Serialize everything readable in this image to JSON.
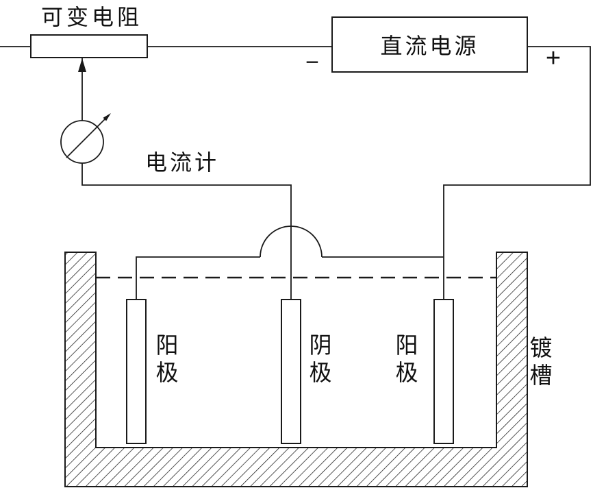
{
  "labels": {
    "variable_resistor": "可变电阻",
    "dc_power_supply": "直流电源",
    "minus": "−",
    "plus": "+",
    "ammeter": "电流计",
    "anode_left": "阳极",
    "cathode": "阴极",
    "anode_right": "阳极",
    "plating_tank": "镀槽"
  },
  "icons": {
    "ammeter_symbol": "circle-with-arrow-needle",
    "current_direction_arrow": "up-arrow",
    "wire_crossover": "jump-arc",
    "liquid_level": "dashed-line",
    "tank_walls": "diagonal-hatch"
  },
  "colors": {
    "line": "#1a1a1a",
    "background": "#ffffff",
    "text": "#111111"
  }
}
